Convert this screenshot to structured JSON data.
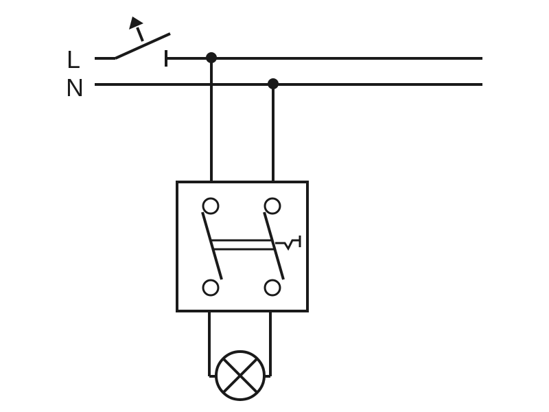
{
  "labels": {
    "line": "L",
    "neutral": "N"
  },
  "colors": {
    "stroke": "#1a1a1a",
    "background": "#ffffff"
  },
  "icons": {
    "main_switch": "open-switch-icon",
    "relay_switch": "double-pole-switch-icon",
    "lamp": "lamp-icon",
    "junction": "junction-dot"
  }
}
